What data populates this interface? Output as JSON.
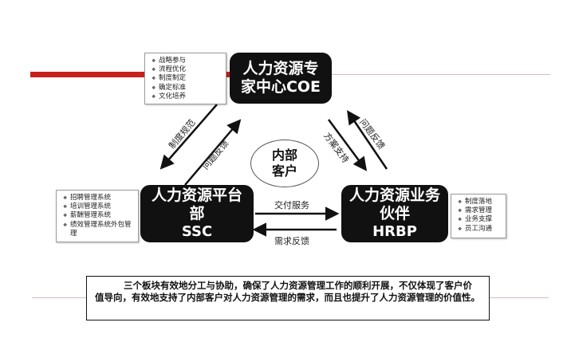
{
  "colors": {
    "node_fill": "#111111",
    "accent_red": "#c8201c",
    "guide_line": "#d9b9b9"
  },
  "coe": {
    "line1": "人力资源专",
    "line2": "家中心COE",
    "notes": [
      "战略参与",
      "流程优化",
      "制度制定",
      "确定标准",
      "文化培养"
    ]
  },
  "ssc": {
    "line1": "人力资源平台",
    "line2": "部",
    "line3": "SSC",
    "notes": [
      "招聘管理系统",
      "培训管理系统",
      "薪酬管理系统",
      "绩效管理系统外包管理"
    ]
  },
  "hrbp": {
    "line1": "人力资源业务",
    "line2": "伙伴",
    "line3": "HRBP",
    "notes": [
      "制度落地",
      "需求管理",
      "业务支撑",
      "员工沟通"
    ]
  },
  "center": {
    "line1": "内部",
    "line2": "客户"
  },
  "edges": {
    "left_outer": "制度规范",
    "left_inner": "问题反馈",
    "right_inner": "方案支持",
    "right_outer": "问题反馈",
    "bottom_top": "交付服务",
    "bottom_bottom": "需求反馈"
  },
  "summary": "三个板块有效地分工与协助，确保了人力资源管理工作的顺利开展，不仅体现了客户价值导向，有效地支持了内部客户对人力资源管理的需求，而且也提升了人力资源管理的价值性。"
}
